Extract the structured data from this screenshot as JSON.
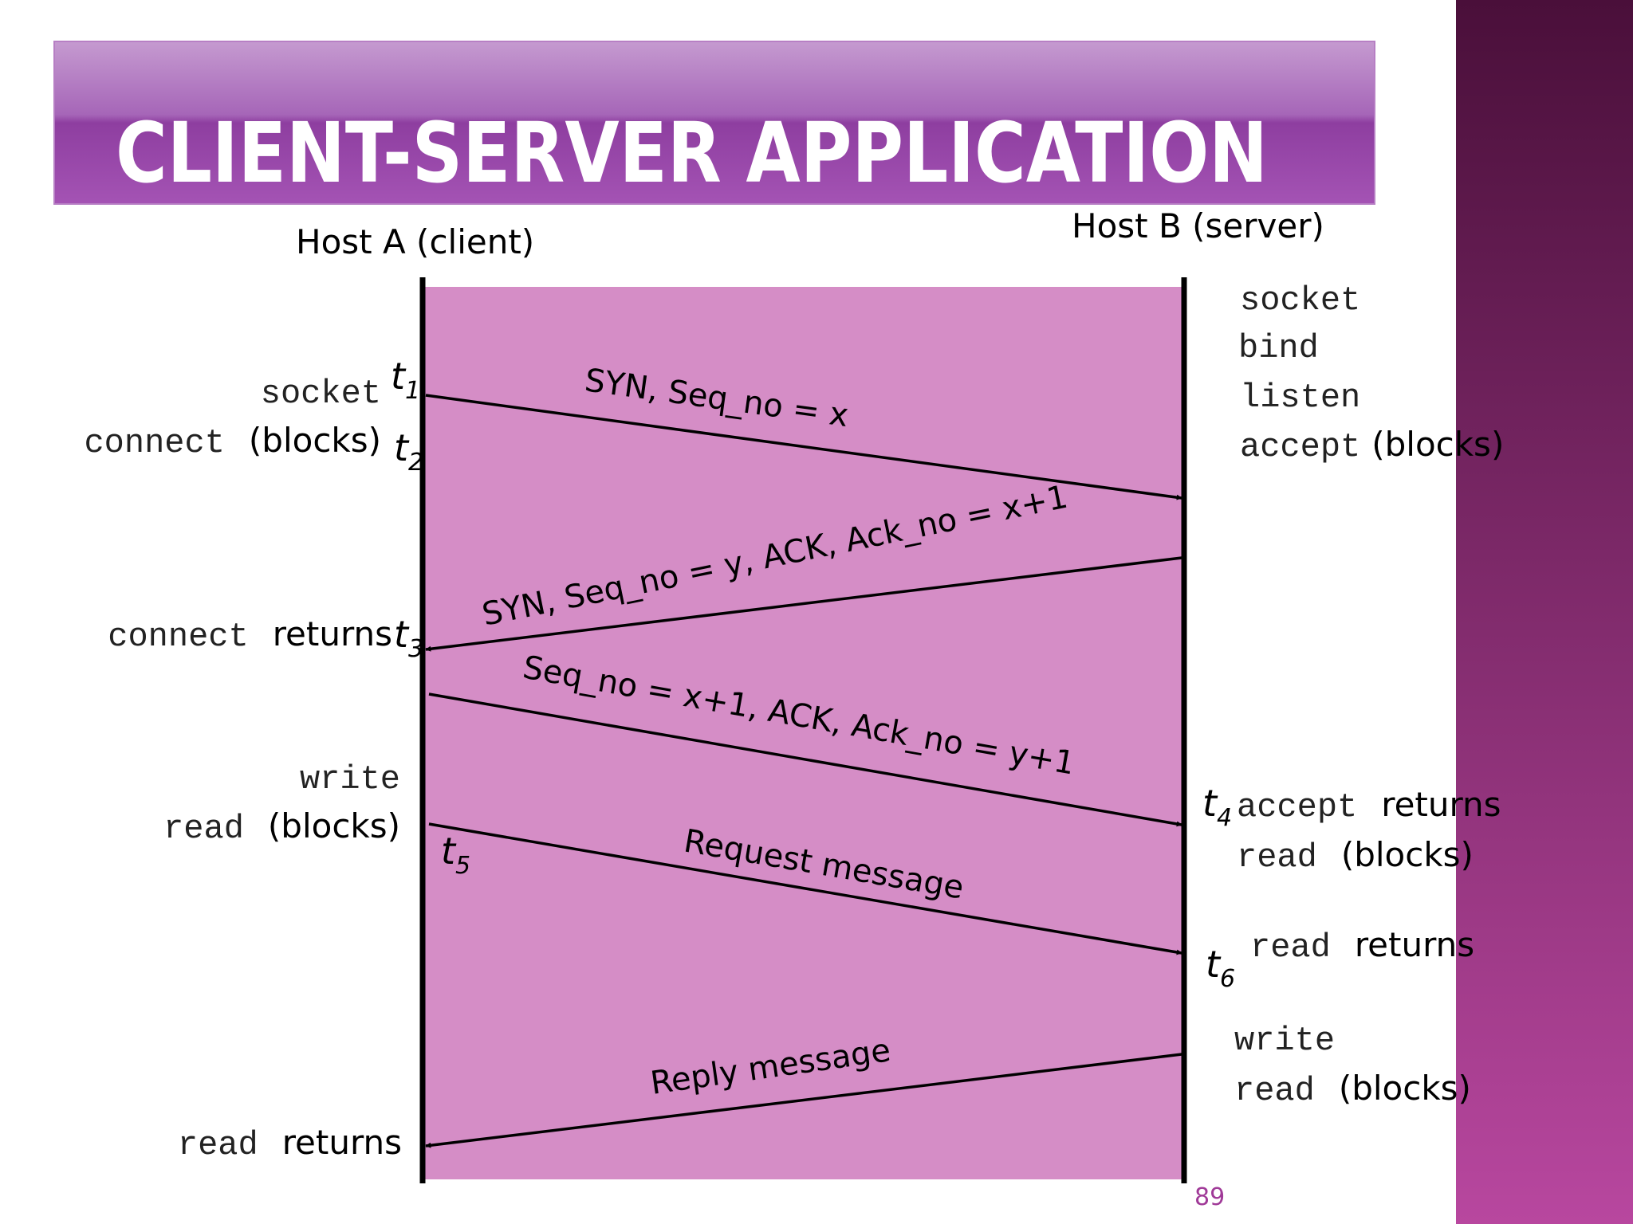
{
  "slide": {
    "title": "CLIENT-SERVER APPLICATION",
    "page_number": "89",
    "colors": {
      "title_band_top": "#c59ad0",
      "title_band_bottom": "#8e3ea0",
      "title_text": "#ffffff",
      "diagram_fill": "#d58dc6",
      "right_stripe_top": "#4a0f3a",
      "right_stripe_bottom": "#b8479f",
      "page_number": "#a03a98",
      "line": "#000000"
    }
  },
  "hosts": {
    "client": "Host A (client)",
    "server": "Host B (server)"
  },
  "client_events": [
    {
      "id": "socket",
      "call": "socket",
      "note": ""
    },
    {
      "id": "connect-blocks",
      "call": "connect",
      "note": "(blocks)"
    },
    {
      "id": "connect-returns",
      "call": "connect",
      "note": "returns"
    },
    {
      "id": "write",
      "call": "write",
      "note": ""
    },
    {
      "id": "read-blocks",
      "call": "read",
      "note": "(blocks)"
    },
    {
      "id": "read-returns",
      "call": "read",
      "note": "returns"
    }
  ],
  "server_events": [
    {
      "id": "socket",
      "call": "socket",
      "note": ""
    },
    {
      "id": "bind",
      "call": "bind",
      "note": ""
    },
    {
      "id": "listen",
      "call": "listen",
      "note": ""
    },
    {
      "id": "accept-blocks",
      "call": "accept",
      "note": "(blocks)"
    },
    {
      "id": "accept-returns",
      "call": "accept",
      "note": "returns"
    },
    {
      "id": "read-blocks-1",
      "call": "read",
      "note": "(blocks)"
    },
    {
      "id": "read-returns",
      "call": "read",
      "note": "returns"
    },
    {
      "id": "write",
      "call": "write",
      "note": ""
    },
    {
      "id": "read-blocks-2",
      "call": "read",
      "note": "(blocks)"
    }
  ],
  "time_marks": [
    {
      "id": "t1",
      "base": "t",
      "sub": "1"
    },
    {
      "id": "t2",
      "base": "t",
      "sub": "2"
    },
    {
      "id": "t3",
      "base": "t",
      "sub": "3"
    },
    {
      "id": "t4",
      "base": "t",
      "sub": "4"
    },
    {
      "id": "t5",
      "base": "t",
      "sub": "5"
    },
    {
      "id": "t6",
      "base": "t",
      "sub": "6"
    }
  ],
  "messages": [
    {
      "id": "syn",
      "label": "SYN, Seq_no = x",
      "direction": "client-to-server"
    },
    {
      "id": "syn-ack",
      "label": "SYN, Seq_no = y, ACK, Ack_no = x+1",
      "direction": "server-to-client"
    },
    {
      "id": "ack",
      "label": "Seq_no = x+1, ACK, Ack_no = y+1",
      "direction": "client-to-server"
    },
    {
      "id": "request",
      "label": "Request message",
      "direction": "client-to-server"
    },
    {
      "id": "reply",
      "label": "Reply message",
      "direction": "server-to-client"
    }
  ]
}
